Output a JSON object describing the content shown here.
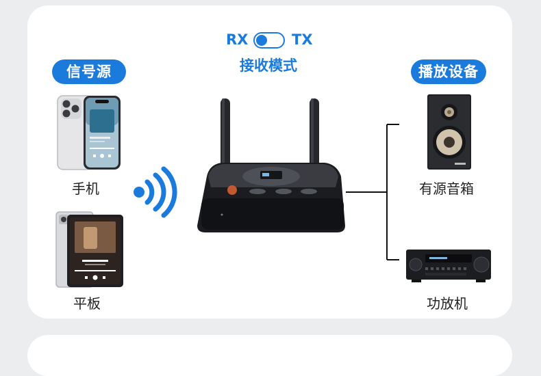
{
  "mode": {
    "left_label": "RX",
    "right_label": "TX",
    "caption": "接收模式",
    "toggle_position": "RX"
  },
  "sources": {
    "title": "信号源",
    "items": [
      {
        "label": "手机",
        "icon": "smartphone-icon"
      },
      {
        "label": "平板",
        "icon": "tablet-icon"
      }
    ]
  },
  "outputs": {
    "title": "播放设备",
    "items": [
      {
        "label": "有源音箱",
        "icon": "speaker-icon"
      },
      {
        "label": "功放机",
        "icon": "amplifier-icon"
      }
    ]
  },
  "colors": {
    "accent": "#1b7bdc",
    "background": "#ecedef",
    "card": "#ffffff",
    "text": "#222222"
  }
}
